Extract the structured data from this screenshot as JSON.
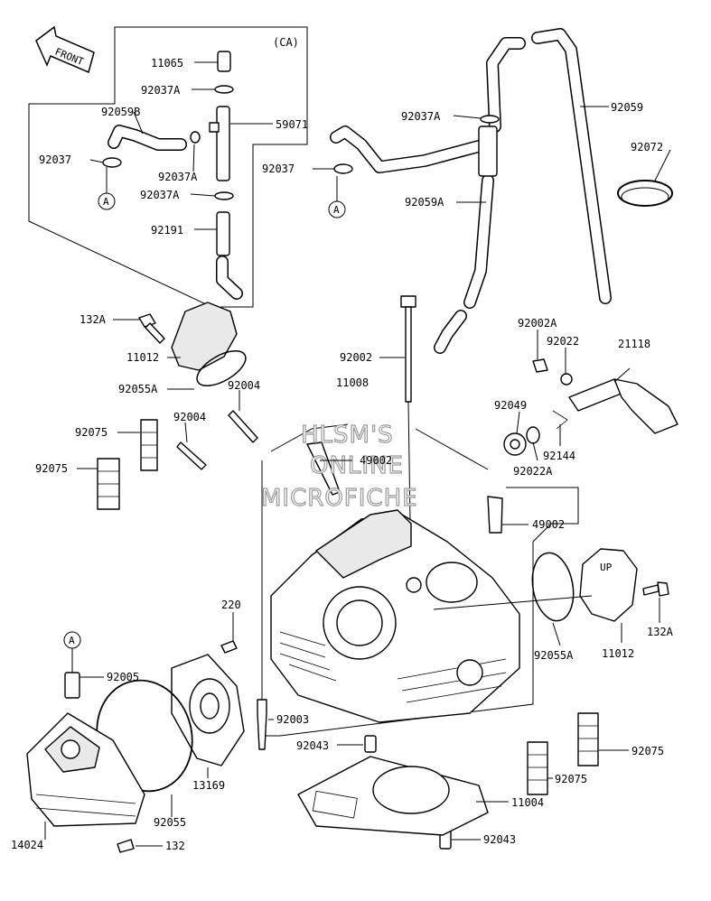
{
  "front_arrow": {
    "text": "FRONT"
  },
  "ca_box": {
    "label": "(CA)"
  },
  "watermark": [
    "HLSM'S",
    "ONLINE",
    "MICROFICHE"
  ],
  "callouts": [
    "A",
    "A",
    "A"
  ],
  "labels": {
    "p11065": "11065",
    "p92037A_a": "92037A",
    "p92059B": "92059B",
    "p59071": "59071",
    "p92037_a": "92037",
    "p92037A_b": "92037A",
    "p92037A_c": "92037A",
    "p92191": "92191",
    "p92037A_d": "92037A",
    "p92059": "92059",
    "p92037_b": "92037",
    "p92072": "92072",
    "p92059A": "92059A",
    "p132A_a": "132A",
    "p11012_a": "11012",
    "p92055A_a": "92055A",
    "p92002": "92002",
    "p11008": "11008",
    "p92002A": "92002A",
    "p92022": "92022",
    "p21118": "21118",
    "p92004_a": "92004",
    "p92004_b": "92004",
    "p92049": "92049",
    "p92075_a": "92075",
    "p49002_a": "49002",
    "p92144": "92144",
    "p92022A": "92022A",
    "p92075_b": "92075",
    "p49002_b": "49002",
    "p220": "220",
    "p92055A_b": "92055A",
    "p11012_b": "11012",
    "p132A_b": "132A",
    "p92005": "92005",
    "p92003": "92003",
    "p92043_a": "92043",
    "p92075_c": "92075",
    "p13169": "13169",
    "p92075_d": "92075",
    "p11004": "11004",
    "p92055": "92055",
    "p14024": "14024",
    "p132": "132",
    "p92043_b": "92043"
  }
}
